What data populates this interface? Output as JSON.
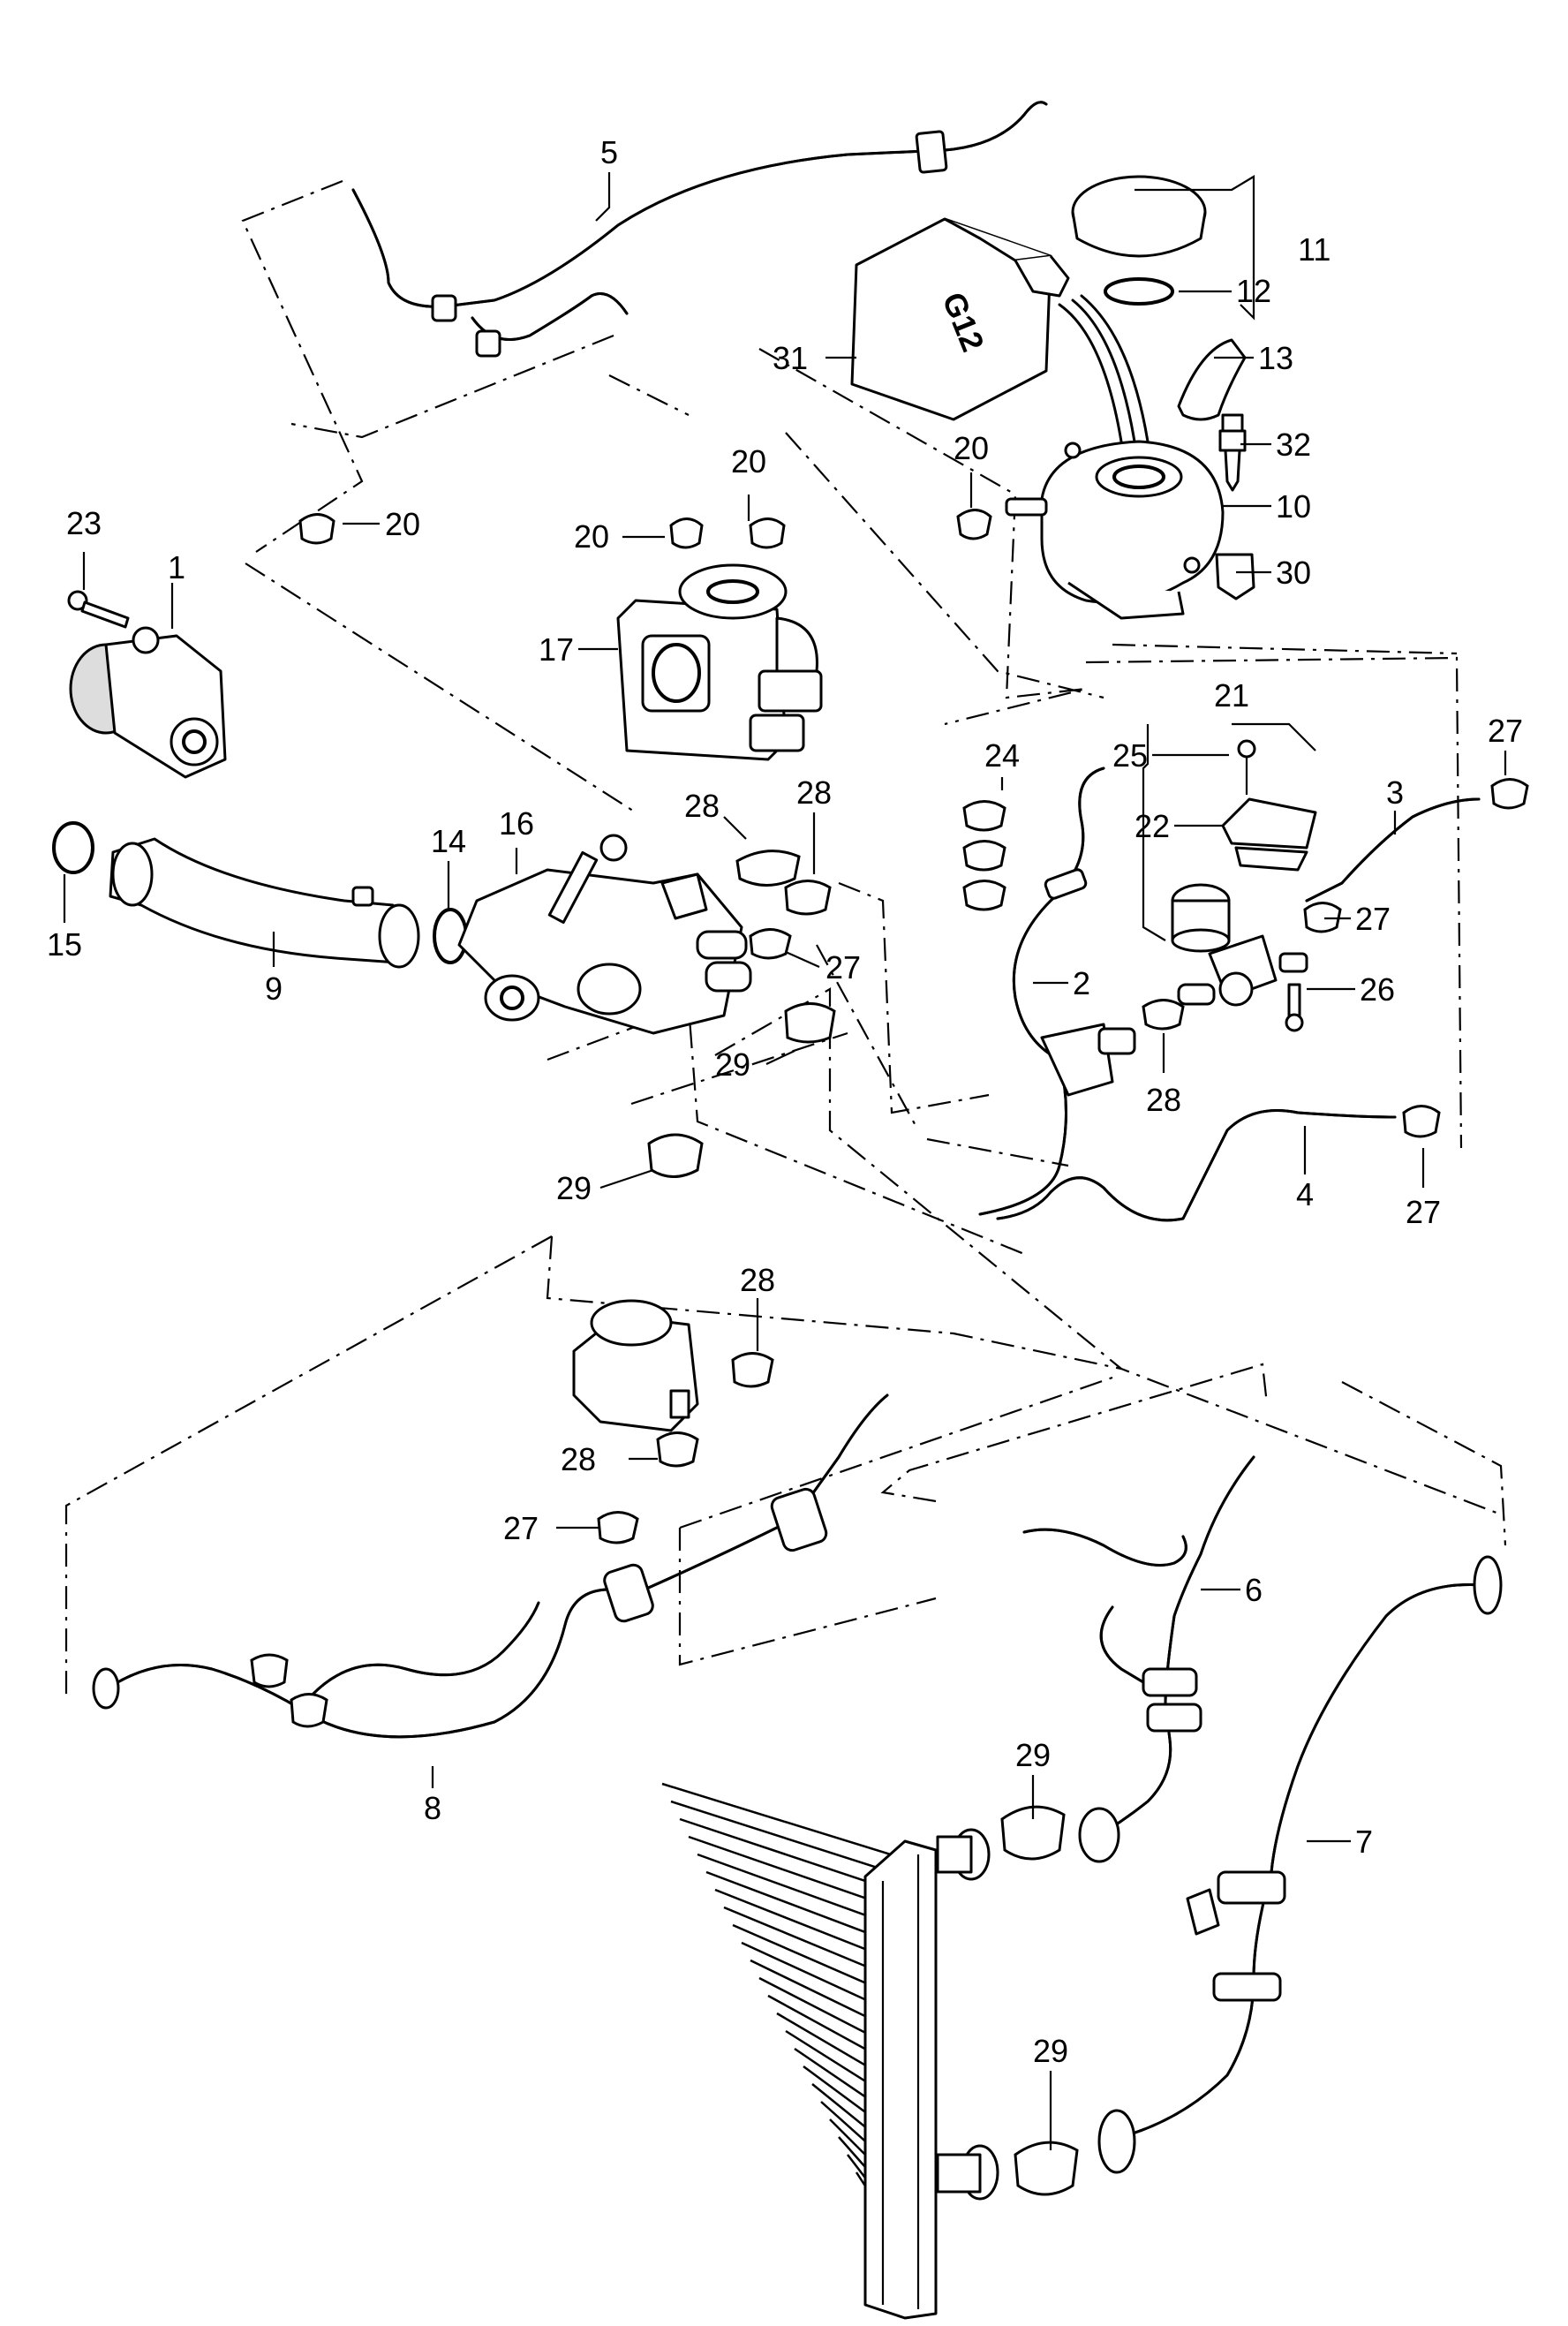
{
  "diagram": {
    "can_marking": "G12",
    "callouts": [
      "1",
      "2",
      "3",
      "4",
      "5",
      "6",
      "7",
      "8",
      "9",
      "10",
      "11",
      "12",
      "13",
      "14",
      "15",
      "16",
      "17",
      "20",
      "21",
      "22",
      "23",
      "24",
      "25",
      "26",
      "27",
      "28",
      "29",
      "30",
      "31",
      "32"
    ]
  }
}
